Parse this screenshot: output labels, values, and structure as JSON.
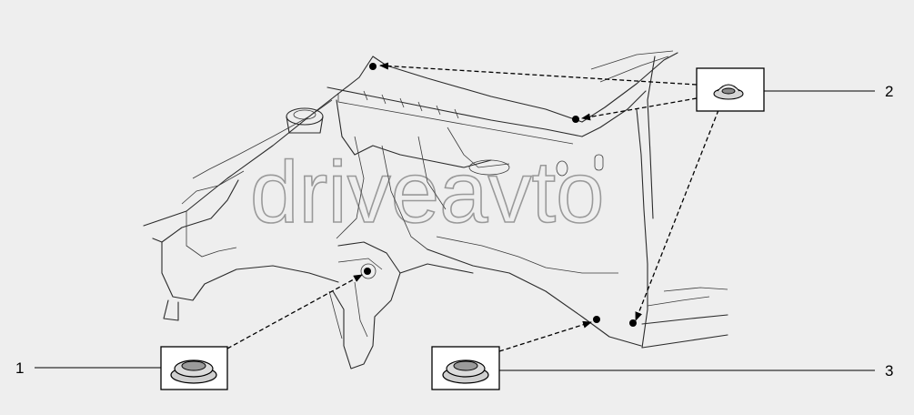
{
  "diagram": {
    "callouts": [
      {
        "number": "1"
      },
      {
        "number": "2"
      },
      {
        "number": "3"
      }
    ],
    "watermark": "driveavto"
  }
}
